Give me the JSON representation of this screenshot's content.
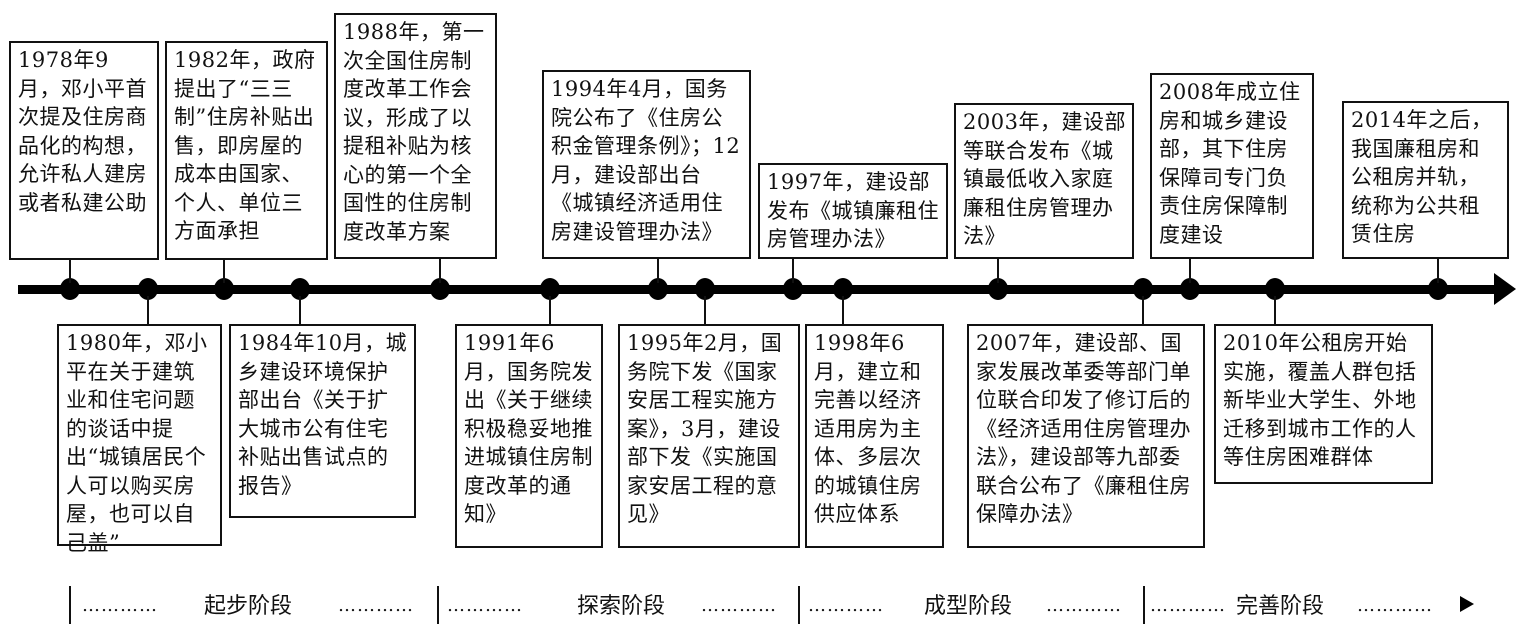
{
  "timeline": {
    "events_above": [
      {
        "year": "1978",
        "text": "1978年9月，邓小平首次提及住房商品化的构想，允许私人建房或者私建公助"
      },
      {
        "year": "1982",
        "text": "1982年，政府提出了“三三制”住房补贴出售，即房屋的成本由国家、个人、单位三方面承担"
      },
      {
        "year": "1988",
        "text": "1988年，第一次全国住房制度改革工作会议，形成了以提租补贴为核心的第一个全国性的住房制度改革方案"
      },
      {
        "year": "1994",
        "text": "1994年4月，国务院公布了《住房公积金管理条例》；12月，建设部出台《城镇经济适用住房建设管理办法》"
      },
      {
        "year": "1997",
        "text": "1997年，建设部发布《城镇廉租住房管理办法》"
      },
      {
        "year": "2003",
        "text": "2003年，建设部等联合发布《城镇最低收入家庭廉租住房管理办法》"
      },
      {
        "year": "2008",
        "text": "2008年成立住房和城乡建设部，其下住房保障司专门负责住房保障制度建设"
      },
      {
        "year": "2014",
        "text": "2014年之后，我国廉租房和公租房并轨，统称为公共租赁住房"
      }
    ],
    "events_below": [
      {
        "year": "1980",
        "text": "1980年，邓小平在关于建筑业和住宅问题的谈话中提出“城镇居民个人可以购买房屋，也可以自己盖”"
      },
      {
        "year": "1984",
        "text": "1984年10月，城乡建设环境保护部出台《关于扩大城市公有住宅补贴出售试点的报告》"
      },
      {
        "year": "1991",
        "text": "1991年6月，国务院发出《关于继续积极稳妥地推进城镇住房制度改革的通知》"
      },
      {
        "year": "1995",
        "text": "1995年2月，国务院下发《国家安居工程实施方案》，3月，建设部下发《实施国家安居工程的意见》"
      },
      {
        "year": "1998",
        "text": "1998年6月，建立和完善以经济适用房为主体、多层次的城镇住房供应体系"
      },
      {
        "year": "2007",
        "text": "2007年，建设部、国家发展改革委等部门单位联合印发了修订后的《经济适用住房管理办法》，建设部等九部委联合公布了《廉租住房保障办法》"
      },
      {
        "year": "2010",
        "text": "2010年公租房开始实施，覆盖人群包括新毕业大学生、外地迁移到城市工作的人等住房困难群体"
      }
    ]
  },
  "stages": [
    {
      "label": "起步阶段"
    },
    {
      "label": "探索阶段"
    },
    {
      "label": "成型阶段"
    },
    {
      "label": "完善阶段"
    }
  ],
  "stage_dots": "…………"
}
